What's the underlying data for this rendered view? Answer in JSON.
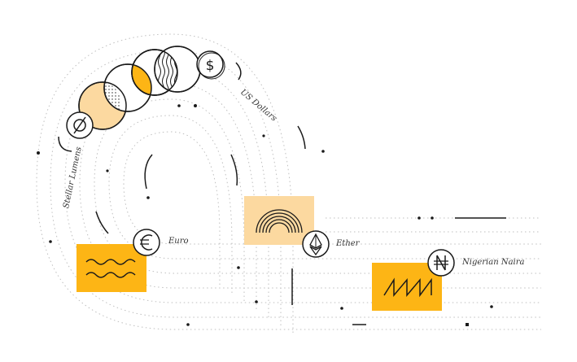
{
  "labels": {
    "us_dollars": "US Dollars",
    "stellar_lumens": "Stellar Lumens",
    "euro": "Euro",
    "ether": "Ether",
    "nigerian_naira": "Nigerian Naira"
  },
  "icons": {
    "lumens": "lumens-symbol-icon",
    "dollar": "dollar-symbol-icon",
    "euro": "euro-symbol-icon",
    "ether": "ether-symbol-icon",
    "naira": "naira-symbol-icon"
  },
  "colors": {
    "orange": "#FDB515",
    "peach": "#FCD9A0",
    "ink": "#1a1a1a",
    "dots": "#bdbdbd"
  }
}
